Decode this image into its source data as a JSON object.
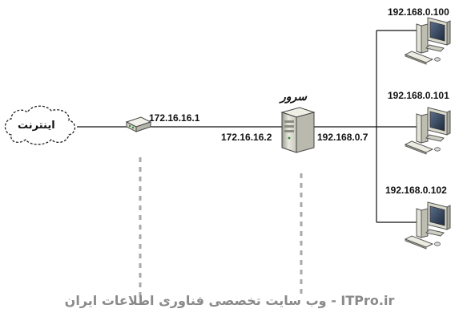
{
  "diagram": {
    "internet_label": "اینترنت",
    "server_title": "سرور",
    "router_ip": "172.16.16.1",
    "server_wan_ip": "172.16.16.2",
    "server_lan_ip": "192.168.0.7",
    "clients": [
      {
        "ip": "192.168.0.100"
      },
      {
        "ip": "192.168.0.101"
      },
      {
        "ip": "192.168.0.102"
      }
    ],
    "footer": "وب سایت تخصصی فناوری اطلاعات ایران - ITPro.ir"
  },
  "colors": {
    "line": "#111111",
    "dashed": "#a9a9a9",
    "footer": "#8a8a8a"
  }
}
